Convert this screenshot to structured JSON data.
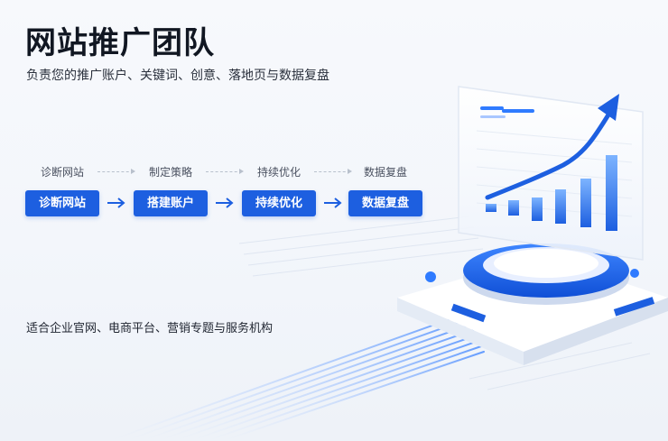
{
  "header": {
    "title": "网站推广团队",
    "subtitle": "负责您的推广账户、关键词、创意、落地页与数据复盘"
  },
  "steps": {
    "labels": [
      "诊断网站",
      "制定策略",
      "持续优化",
      "数据复盘"
    ],
    "buttons": [
      "诊断网站",
      "搭建账户",
      "持续优化",
      "数据复盘"
    ]
  },
  "footer": {
    "note": "适合企业官网、电商平台、营销专题与服务机构"
  },
  "colors": {
    "brand_blue": "#1d5fe0",
    "light_blue": "#6aa8ff"
  },
  "icons": [
    "arrow-right-icon",
    "trend-arrow-icon"
  ]
}
